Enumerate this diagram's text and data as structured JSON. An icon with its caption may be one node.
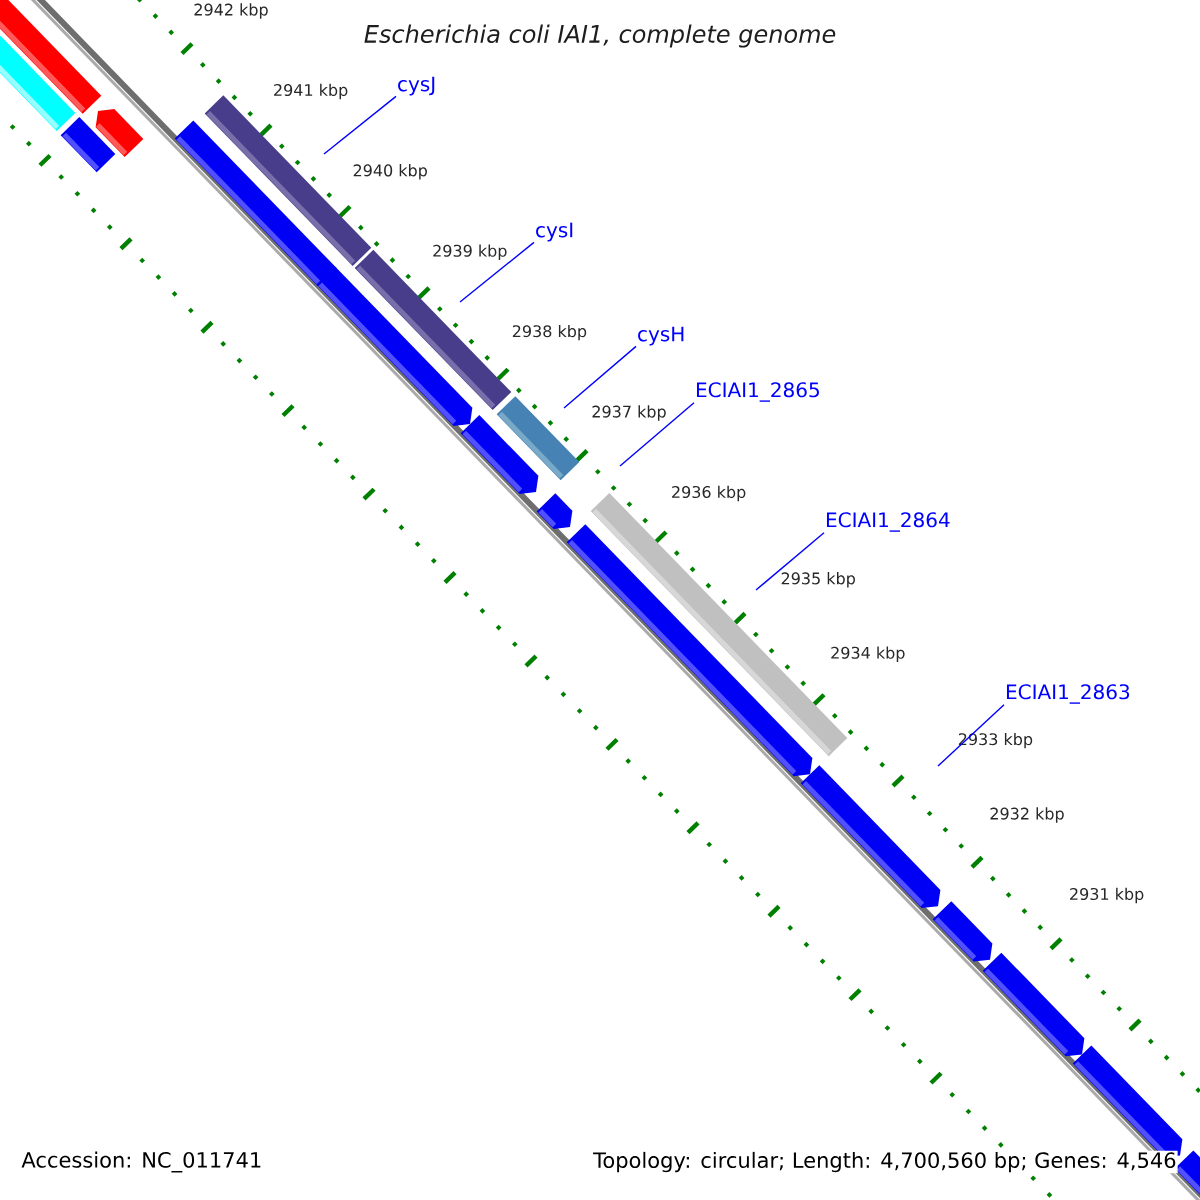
{
  "diagram": {
    "title": "Escherichia coli IAI1, complete genome",
    "nodes": [
      {
        "text": [
          "cysJ"
        ]
      },
      {
        "text": [
          "cysI"
        ]
      },
      {
        "text": [
          "cysH"
        ]
      },
      {
        "text": [
          "ECIAI1_2865"
        ]
      },
      {
        "text": [
          "ECIAI1_2864"
        ]
      },
      {
        "text": [
          "ECIAI1_2863"
        ]
      }
    ],
    "edges": [
      {
        "from": 0,
        "to": null,
        "arrow": "none"
      },
      {
        "from": 1,
        "to": null,
        "arrow": "none"
      },
      {
        "from": 2,
        "to": null,
        "arrow": "none"
      },
      {
        "from": 3,
        "to": null,
        "arrow": "none"
      },
      {
        "from": 4,
        "to": null,
        "arrow": "none"
      },
      {
        "from": 5,
        "to": null,
        "arrow": "none"
      }
    ],
    "labels": [
      "2942 kbp",
      "2941 kbp",
      "2940 kbp",
      "2939 kbp",
      "2938 kbp",
      "2937 kbp",
      "2936 kbp",
      "2935 kbp",
      "2934 kbp",
      "2933 kbp",
      "2932 kbp",
      "2931 kbp",
      "Accession: NC_011741",
      "Topology: circular; Length: 4,700,560 bp; Genes: 4,546"
    ]
  }
}
